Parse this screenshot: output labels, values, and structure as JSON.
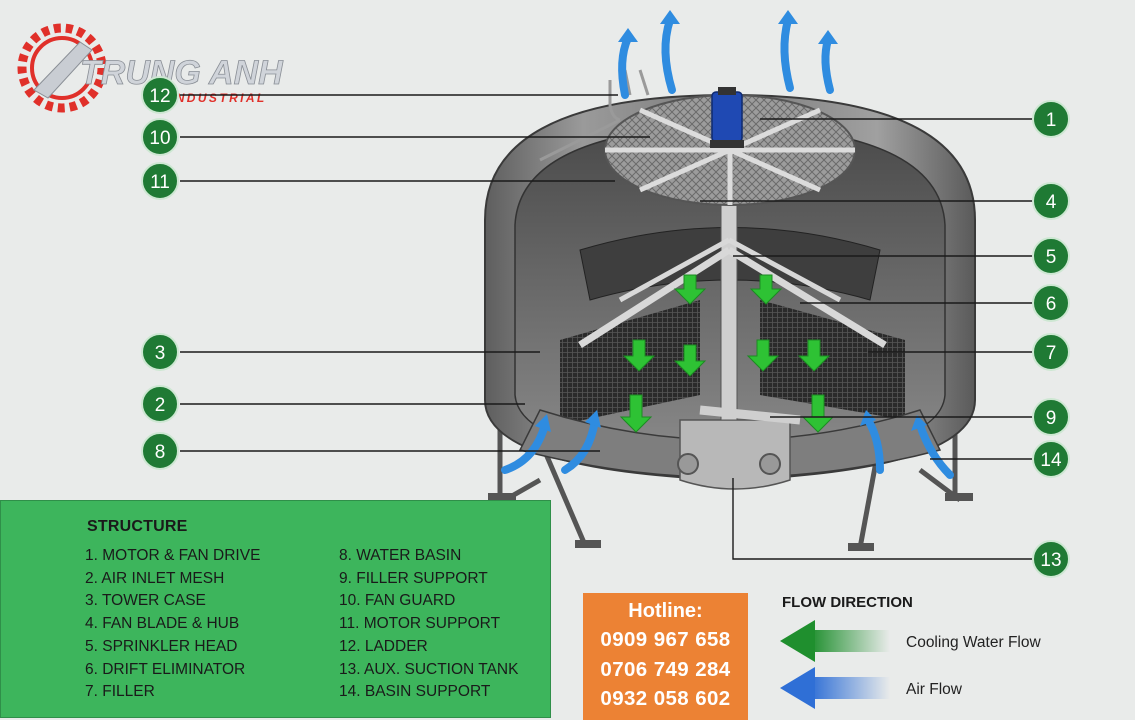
{
  "logo": {
    "name": "TRUNG ANH",
    "tagline": "INDUSTRIAL"
  },
  "callouts": {
    "left": [
      "12",
      "10",
      "11",
      "3",
      "2",
      "8"
    ],
    "right": [
      "1",
      "4",
      "5",
      "6",
      "7",
      "9",
      "14",
      "13"
    ]
  },
  "structure": {
    "title": "STRUCTURE",
    "items": [
      "1. MOTOR & FAN DRIVE",
      "2. AIR INLET MESH",
      "3. TOWER CASE",
      "4. FAN BLADE  & HUB",
      "5. SPRINKLER HEAD",
      "6. DRIFT  ELIMINATOR",
      "7. FILLER",
      "8. WATER BASIN",
      "9.  FILLER SUPPORT",
      "10. FAN GUARD",
      "11. MOTOR SUPPORT",
      "12. LADDER",
      "13. AUX. SUCTION TANK",
      "14. BASIN SUPPORT"
    ]
  },
  "hotline": {
    "title": "Hotline:",
    "numbers": [
      "0909 967 658",
      "0706 749 284",
      "0932 058 602"
    ],
    "color": "#ec8234"
  },
  "flow": {
    "title": "FLOW DIRECTION",
    "cooling_label": "Cooling Water Flow",
    "air_label": "Air Flow",
    "cooling_color": "#2e9e3e",
    "air_color": "#2f6fd6"
  },
  "colors": {
    "callout_green": "#1f7a34",
    "panel_green": "#3db55c",
    "logo_red": "#e0302a"
  }
}
